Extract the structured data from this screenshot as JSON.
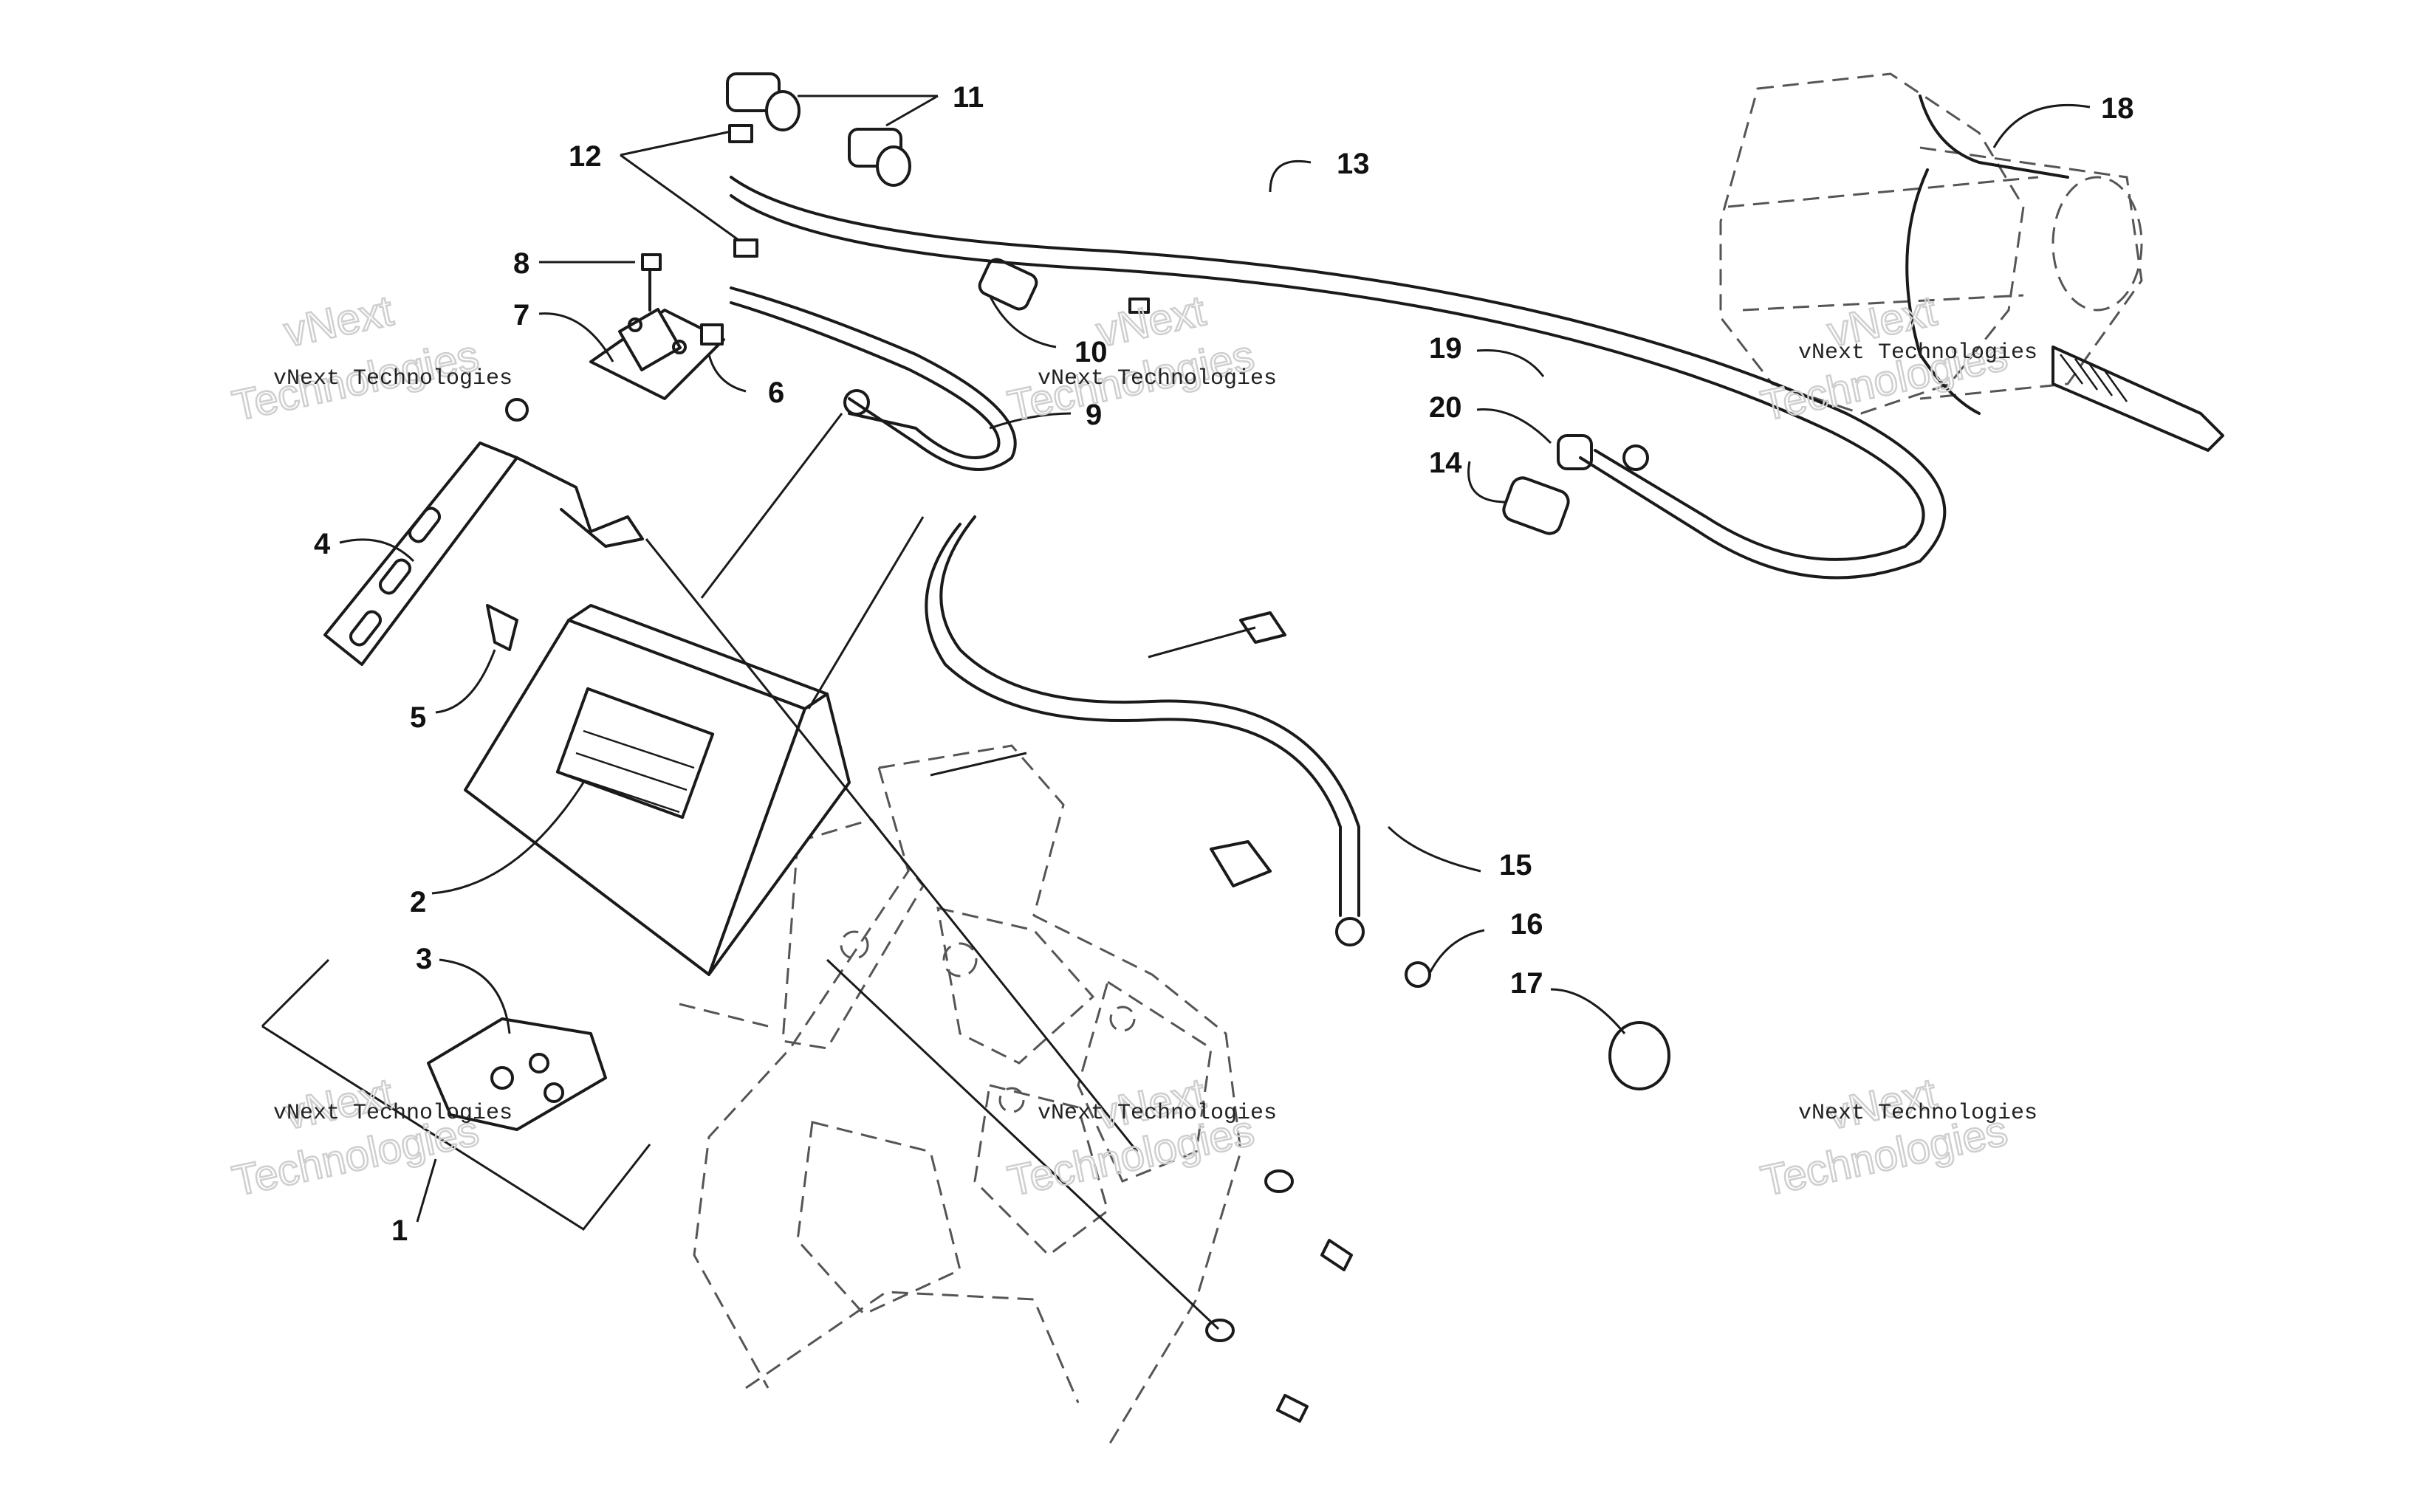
{
  "callouts": {
    "c1": "1",
    "c2": "2",
    "c3": "3",
    "c4": "4",
    "c5": "5",
    "c6": "6",
    "c7": "7",
    "c8": "8",
    "c9": "9",
    "c10": "10",
    "c11": "11",
    "c12": "12",
    "c13": "13",
    "c14": "14",
    "c15": "15",
    "c16": "16",
    "c17": "17",
    "c18": "18",
    "c19": "19",
    "c20": "20"
  },
  "watermark": {
    "name": "vNext Technologies",
    "short": "vNext",
    "long": "Technologies"
  },
  "colors": {
    "line": "#1a1a1a",
    "ghost_line": "#555555",
    "watermark_outline": "#cfcfcf",
    "background": "#ffffff"
  }
}
